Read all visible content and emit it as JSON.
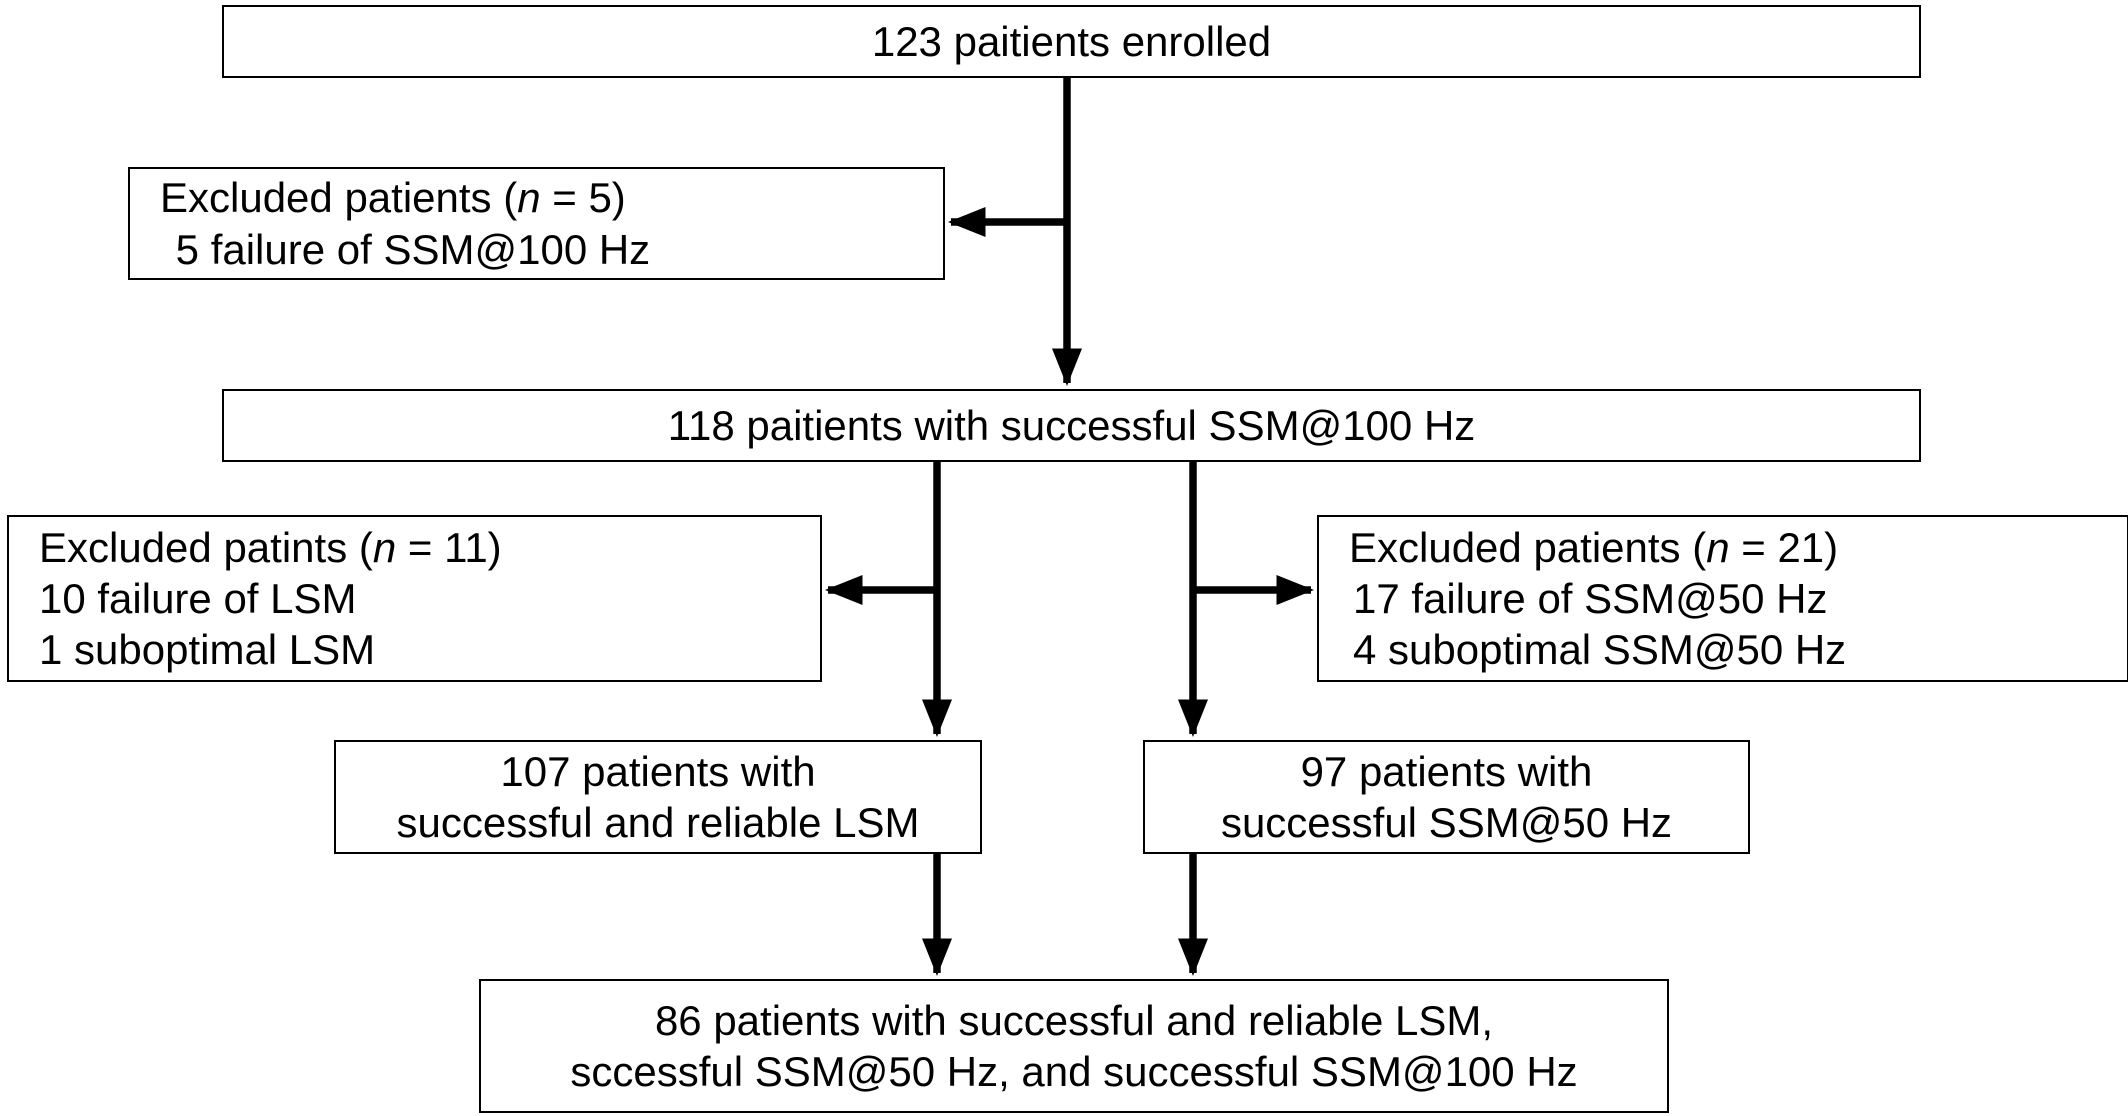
{
  "diagram": {
    "type": "flowchart",
    "nodes": {
      "enrolled": {
        "lines": [
          "123 paitients enrolled"
        ]
      },
      "excluded_ssm100": {
        "heading_prefix": "Excluded patients (",
        "heading_italic": "n",
        "heading_suffix": " = 5)",
        "lines": [
          " 5 failure of SSM@100 Hz"
        ]
      },
      "successful_ssm100": {
        "lines": [
          "118 paitients with successful SSM@100 Hz"
        ]
      },
      "excluded_lsm": {
        "heading_prefix": "Excluded patints (",
        "heading_italic": "n",
        "heading_suffix": " = 11)",
        "lines": [
          "10 failure of LSM",
          "1 suboptimal LSM"
        ]
      },
      "excluded_ssm50": {
        "heading_prefix": "Excluded patients (",
        "heading_italic": "n",
        "heading_suffix": " = 21)",
        "lines": [
          "17 failure of SSM@50 Hz",
          "4 suboptimal SSM@50 Hz"
        ]
      },
      "reliable_lsm": {
        "lines": [
          "107 patients with",
          "successful and reliable LSM"
        ]
      },
      "successful_ssm50": {
        "lines": [
          "97 patients with",
          "successful SSM@50 Hz"
        ]
      },
      "final": {
        "lines": [
          "86 patients with successful and reliable LSM,",
          "sccessful SSM@50 Hz, and successful SSM@100 Hz"
        ]
      }
    },
    "edges": [
      {
        "from": "enrolled",
        "to": "successful_ssm100"
      },
      {
        "from": "enrolled",
        "to": "excluded_ssm100"
      },
      {
        "from": "successful_ssm100",
        "to": "reliable_lsm"
      },
      {
        "from": "successful_ssm100",
        "to": "excluded_lsm"
      },
      {
        "from": "successful_ssm100",
        "to": "successful_ssm50"
      },
      {
        "from": "successful_ssm100",
        "to": "excluded_ssm50"
      },
      {
        "from": "reliable_lsm",
        "to": "final"
      },
      {
        "from": "successful_ssm50",
        "to": "final"
      }
    ],
    "colors": {
      "stroke": "#000000",
      "background": "#ffffff"
    }
  }
}
